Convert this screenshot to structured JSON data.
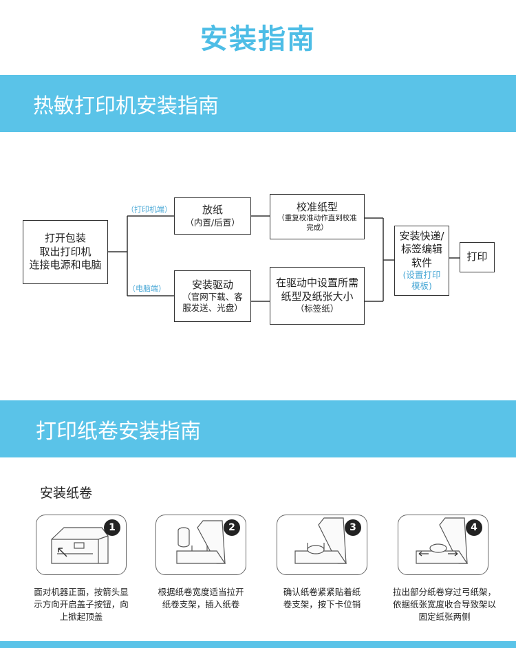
{
  "page_title": "安装指南",
  "section1": {
    "title": "热敏打印机安装指南",
    "start": {
      "lines": [
        "打开包装",
        "取出打印机",
        "连接电源和电脑"
      ]
    },
    "branch_top_label": "（打印机端）",
    "branch_bottom_label": "（电脑端）",
    "paper": {
      "main": "放纸",
      "sub": "（内置/后置）"
    },
    "calibrate": {
      "main": "校准纸型",
      "sub": [
        "（重复校准动作直到校准",
        "完成）"
      ]
    },
    "driver": {
      "main": "安装驱动",
      "sub": [
        "（官网下载、客",
        "服发送、光盘）"
      ]
    },
    "setpaper": {
      "main": [
        "在驱动中设置所需",
        "纸型及纸张大小"
      ],
      "sub": "（标签纸）"
    },
    "software": {
      "main": [
        "安装快递/",
        "标签编辑",
        "软件"
      ],
      "sub": [
        "(设置打印",
        "模板)"
      ]
    },
    "print": {
      "main": "打印"
    }
  },
  "section2": {
    "title": "打印纸卷安装指南",
    "subtitle": "安装纸卷",
    "steps": [
      {
        "num": "1",
        "caption": [
          "面对机器正面，按箭头显",
          "示方向开启盖子按钮，向",
          "上掀起顶盖"
        ]
      },
      {
        "num": "2",
        "caption": [
          "根据纸卷宽度适当拉开",
          "纸卷支架，插入纸卷"
        ]
      },
      {
        "num": "3",
        "caption": [
          "确认纸卷紧紧贴着纸",
          "卷支架，按下卡位销"
        ]
      },
      {
        "num": "4",
        "caption": [
          "拉出部分纸卷穿过弓纸架，",
          "依据纸张宽度收合导致架以",
          "固定纸张两侧"
        ]
      }
    ]
  },
  "colors": {
    "accent": "#5ac3e8",
    "title": "#4dbde6",
    "note": "#4aa8d6"
  }
}
